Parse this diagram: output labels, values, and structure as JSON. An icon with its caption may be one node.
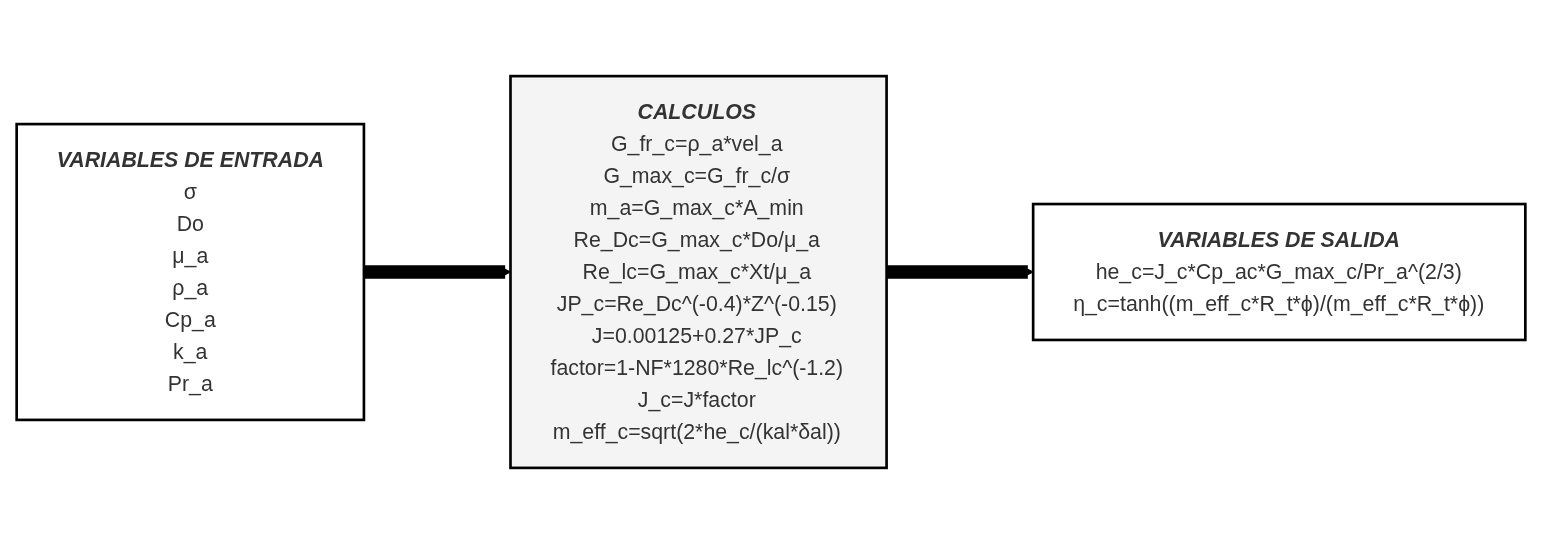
{
  "diagram": {
    "nodes": [
      {
        "text": [
          "VARIABLES DE ENTRADA",
          "σ",
          "Do",
          "μ_a",
          "ρ_a",
          "Cp_a",
          "k_a",
          "Pr_a"
        ]
      },
      {
        "text": [
          "CALCULOS",
          "G_fr_c=ρ_a*vel_a",
          "G_max_c=G_fr_c/σ",
          "m_a=G_max_c*A_min",
          "Re_Dc=G_max_c*Do/μ_a",
          "Re_lc=G_max_c*Xt/μ_a",
          "JP_c=Re_Dc^(-0.4)*Z^(-0.15)",
          "J=0.00125+0.27*JP_c",
          "factor=1-NF*1280*Re_lc^(-1.2)",
          "J_c=J*factor",
          "m_eff_c=sqrt(2*he_c/(kal*δal))"
        ]
      },
      {
        "text": [
          "VARIABLES DE SALIDA",
          "he_c=J_c*Cp_ac*G_max_c/Pr_a^(2/3)",
          "η_c=tanh((m_eff_c*R_t*ϕ)/(m_eff_c*R_t*ϕ))"
        ]
      }
    ],
    "edges": [
      {
        "from": 0,
        "to": 1,
        "arrow": "to"
      },
      {
        "from": 1,
        "to": 2,
        "arrow": "to"
      }
    ]
  }
}
